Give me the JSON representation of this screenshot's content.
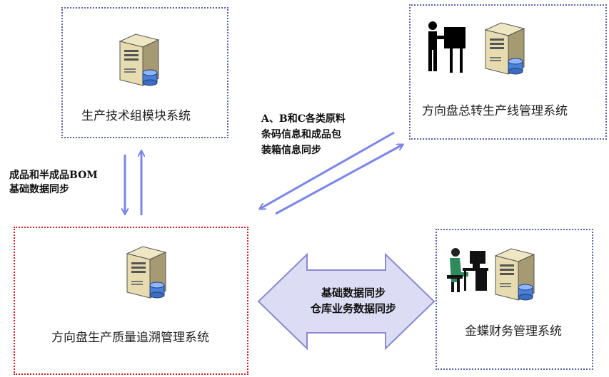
{
  "systems": {
    "tech": {
      "label": "生产技术组模块系统",
      "icon": "server-icon"
    },
    "line": {
      "label": "方向盘总转生产线管理系统",
      "icon": "server-icon",
      "extra_icon": "worker-at-desk-icon"
    },
    "trace": {
      "label": "方向盘生产质量追溯管理系统",
      "icon": "server-icon"
    },
    "kingdee": {
      "label": "金蝶财务管理系统",
      "icon": "server-icon",
      "extra_icon": "person-at-computer-icon"
    }
  },
  "links": {
    "bom_sync": {
      "lines": [
        "成品和半成品BOM",
        "基础数据同步"
      ]
    },
    "barcode_sync": {
      "lines": [
        "A、B和C各类原料",
        "条码信息和成品包",
        "装箱信息同步"
      ]
    },
    "finance_sync": {
      "lines": [
        "基础数据同步",
        "仓库业务数据同步"
      ]
    }
  },
  "colors": {
    "arrow": "#7b86e8",
    "big_arrow_fill": "#dcdcf4",
    "box_border_blue": "#5b63a8",
    "box_border_red": "#d81e1e"
  }
}
